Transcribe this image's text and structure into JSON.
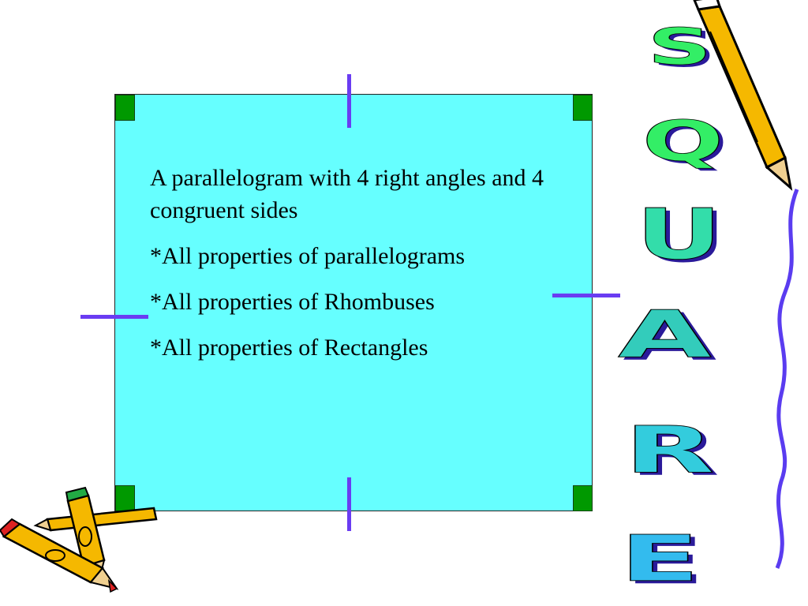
{
  "slide": {
    "paragraphs": [
      "A parallelogram with 4 right angles and 4 congruent sides",
      "*All properties of parallelograms",
      "*All properties of Rhombuses",
      "*All properties of Rectangles"
    ],
    "wordart_letters": [
      "S",
      "Q",
      "U",
      "A",
      "R",
      "E"
    ]
  },
  "colors": {
    "box_fill": "#66ffff",
    "corner_markers": "#009900",
    "tick_marks": "#6a3cf2",
    "wordart_green": "#33ee66",
    "wordart_teal": "#33ccbb",
    "wordart_shadow": "#2a1a9a"
  },
  "icons": [
    "pencil-cluster-icon",
    "pencil-icon"
  ]
}
